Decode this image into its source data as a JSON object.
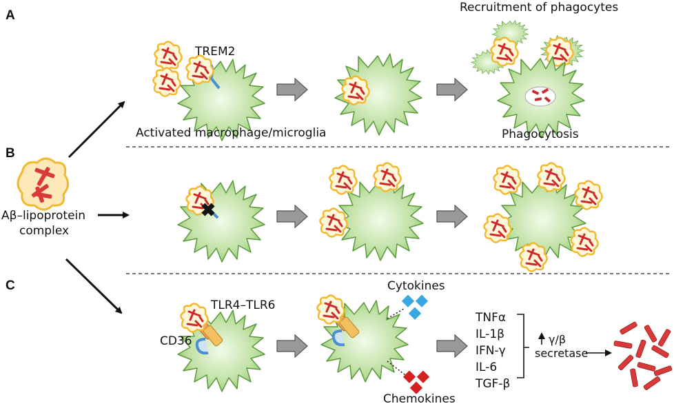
{
  "panels": [
    "A",
    "B",
    "C"
  ],
  "labels": {
    "recruitment": "Recruitment of phagocytes",
    "trem2": "TREM2",
    "activated": "Activated macrophage/microglia",
    "phagocytosis": "Phagocytosis",
    "complex_line1": "Aβ–lipoprotein",
    "complex_line2": "complex",
    "cytokines": "Cytokines",
    "tlr": "TLR4–TLR6",
    "cd36": "CD36",
    "chemokines": "Chemokines",
    "secretase_line1": "γ/β",
    "secretase_line2": "secretase"
  },
  "mediators": [
    "TNFα",
    "IL-1β",
    "IFN-γ",
    "IL-6",
    "TGF-β"
  ],
  "colors": {
    "cell_fill": "#c8e6b0",
    "cell_stroke": "#5a9a3a",
    "fibril": "#cc2a2a",
    "lipid": "#f5c040",
    "trem2": "#4a90d0",
    "cytokine": "#3aa8e0",
    "chemokine": "#d42020",
    "arrow_fill": "#999999"
  }
}
